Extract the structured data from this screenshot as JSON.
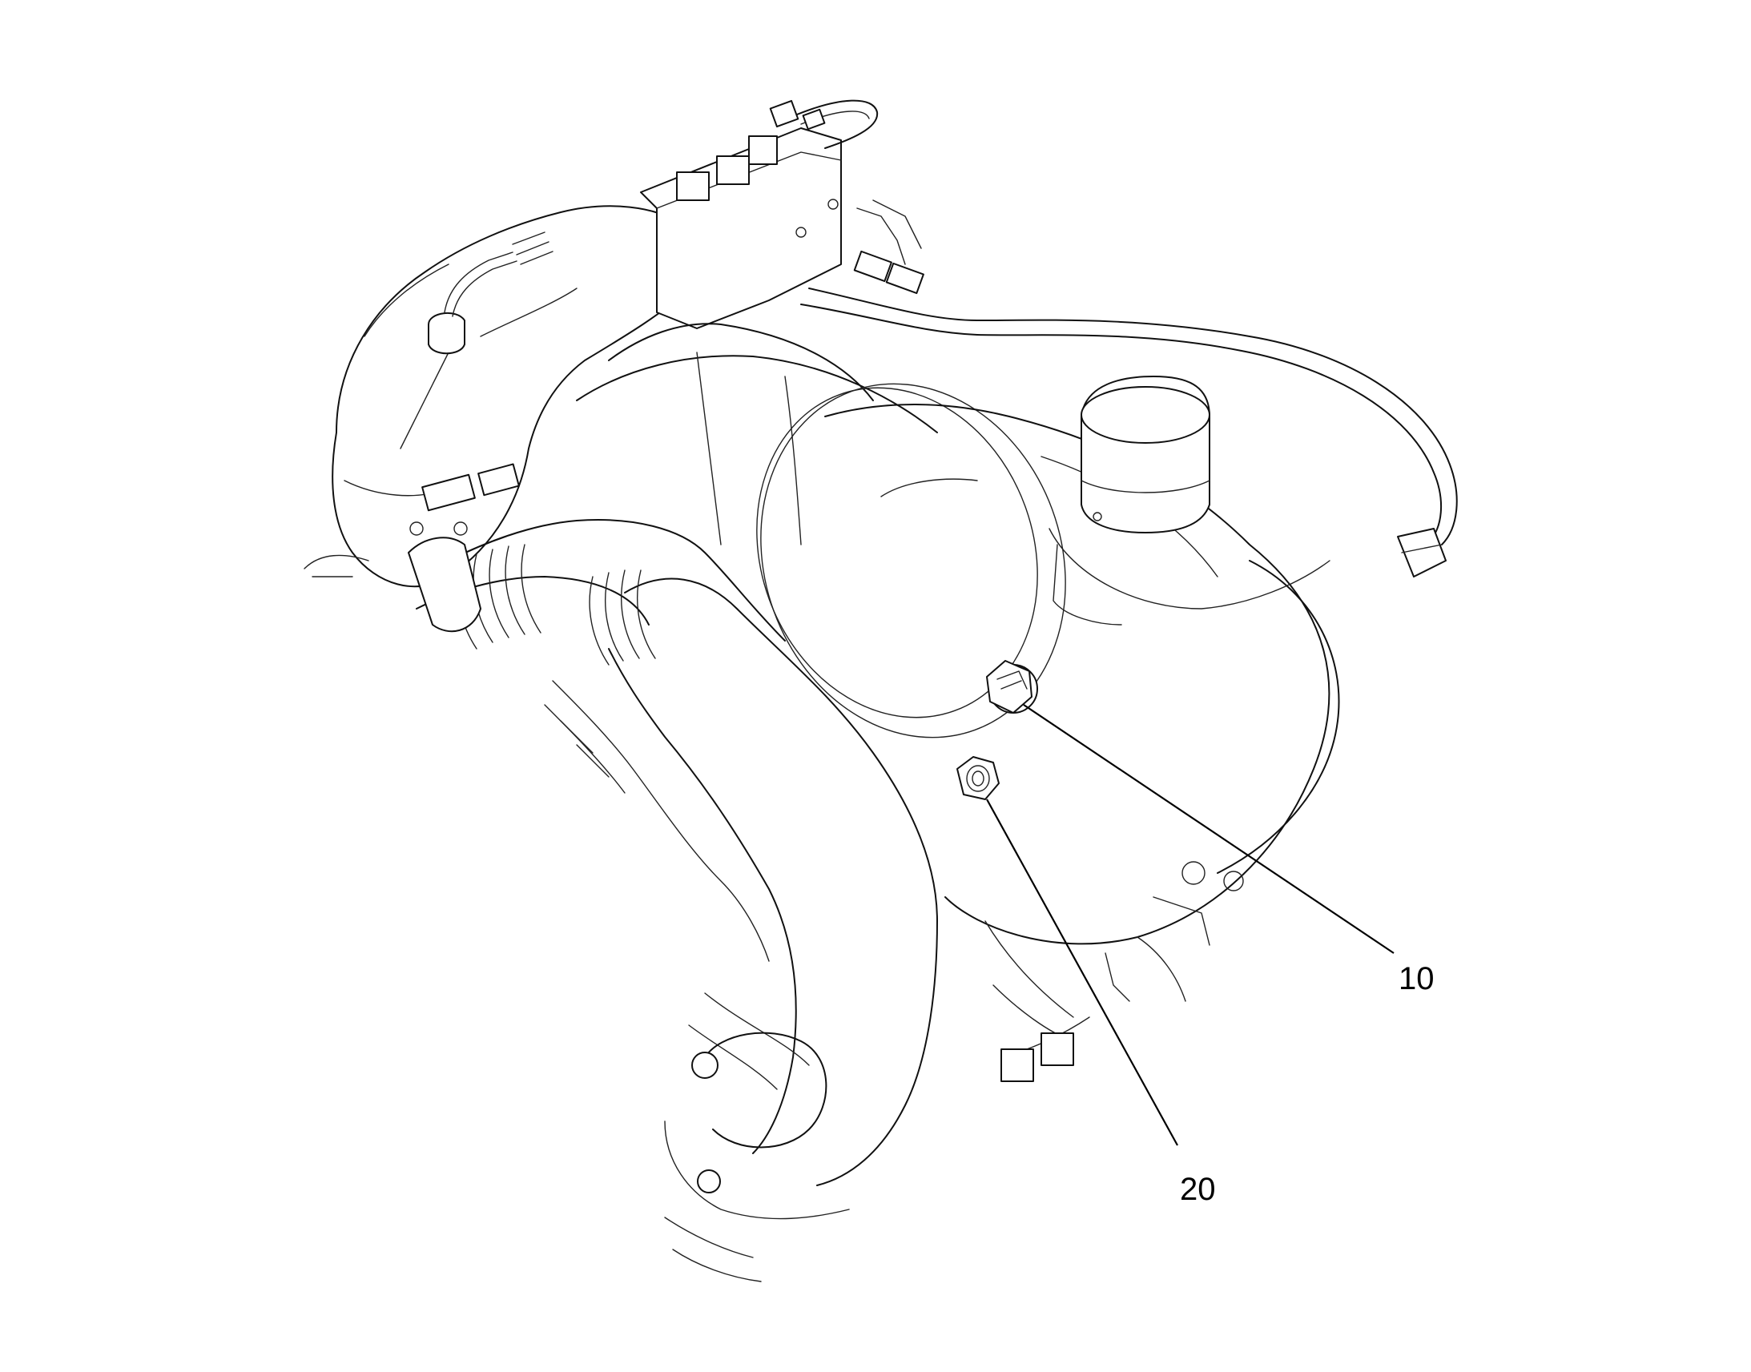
{
  "callouts": [
    {
      "label": "10",
      "part": "plug"
    },
    {
      "label": "20",
      "part": "nut"
    }
  ]
}
